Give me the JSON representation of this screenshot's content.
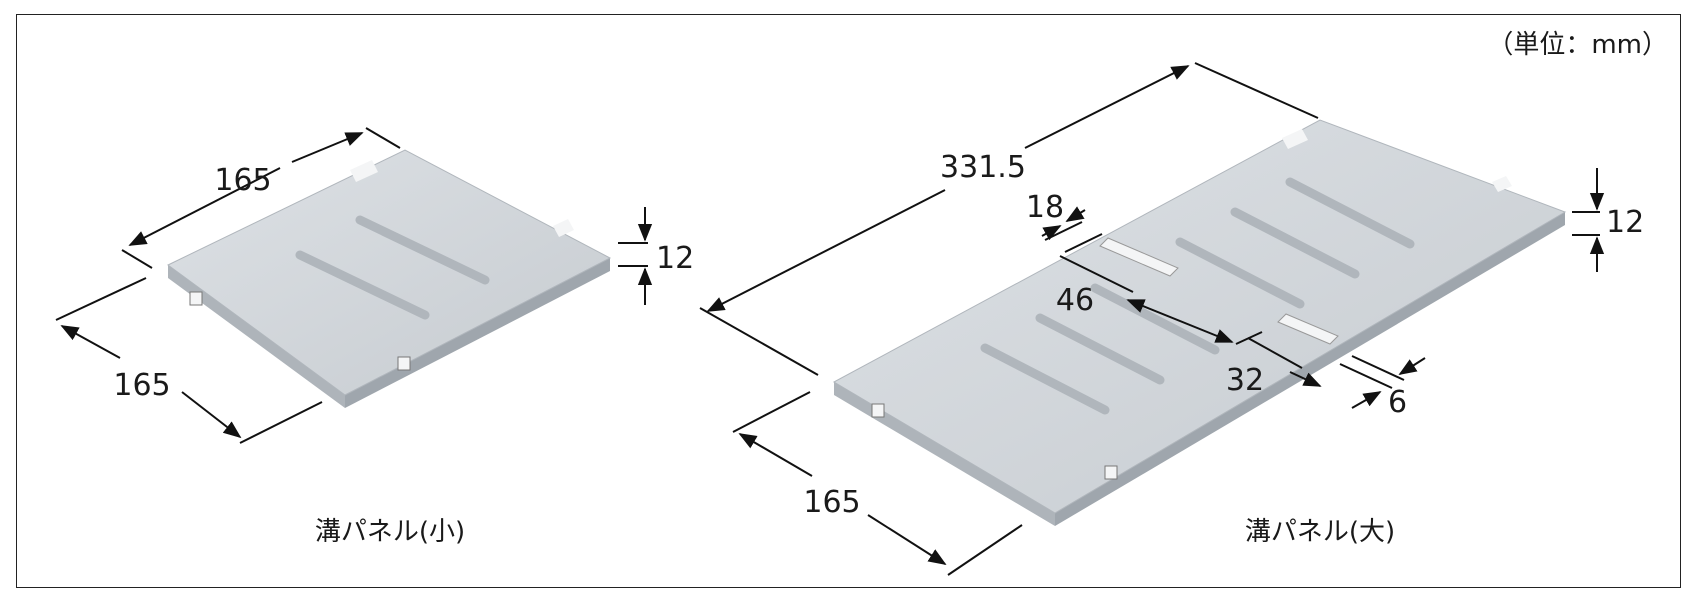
{
  "unit_note": "（単位：mm）",
  "small_panel": {
    "caption": "溝パネル(小)",
    "dim_top": "165",
    "dim_side": "165",
    "dim_height": "12"
  },
  "large_panel": {
    "caption": "溝パネル(大)",
    "dim_length": "331.5",
    "dim_side": "165",
    "dim_height": "12",
    "dim_slot_width": "18",
    "dim_slot_offset": "46",
    "dim_notch_depth": "32",
    "dim_notch_gap": "6"
  },
  "colors": {
    "panel_top": "#d2d6da",
    "panel_edge": "#b9bfc5",
    "panel_shadow": "#a7adb3",
    "groove": "#b4bac0",
    "line": "#111111"
  }
}
